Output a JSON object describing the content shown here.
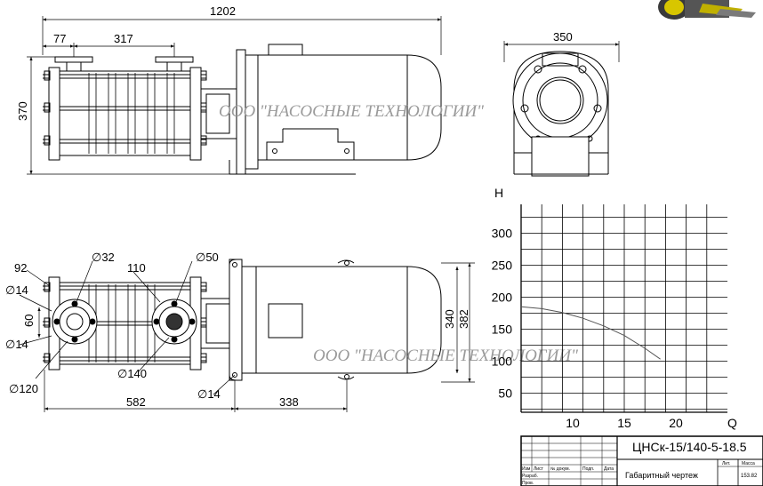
{
  "drawing": {
    "watermark": "ООО \"НАСОСНЫЕ ТЕХНОЛОГИИ\"",
    "top_view": {
      "overall_length": "1202",
      "offset_77": "77",
      "span_317": "317",
      "height_370": "370",
      "width_350": "350"
    },
    "plan_view": {
      "d32": "∅32",
      "d50": "∅50",
      "d14_left_a": "∅14",
      "d14_left_b": "∅14",
      "d14_bottom": "∅14",
      "d120": "∅120",
      "d140": "∅140",
      "n92": "92",
      "n110": "110",
      "n60": "60",
      "n340": "340",
      "n382": "382",
      "n582": "582",
      "n338": "338"
    }
  },
  "chart_data": {
    "type": "line",
    "xlabel": "Q",
    "ylabel": "H",
    "xlim": [
      5,
      25
    ],
    "ylim": [
      20,
      345
    ],
    "x_ticks": [
      10,
      15,
      20
    ],
    "y_ticks": [
      50,
      100,
      150,
      200,
      250,
      300
    ],
    "grid": true,
    "series": [
      {
        "x": [
          5,
          7,
          9,
          11,
          13,
          15,
          17,
          18.5
        ],
        "y": [
          185,
          182,
          176,
          167,
          155,
          140,
          120,
          103
        ]
      }
    ]
  },
  "title_block": {
    "designation": "ЦНСк-15/140-5-18.5",
    "drawing_name": "Габаритный чертеж",
    "col_izm": "Изм",
    "col_list": "Лист",
    "col_doc": "№ докум.",
    "col_sign": "Подп.",
    "col_date": "Дата",
    "row_razrab": "Разраб.",
    "row_prov": "Пров.",
    "lit": "Лит.",
    "massa_label": "Масса",
    "massa_value": "153.82"
  }
}
